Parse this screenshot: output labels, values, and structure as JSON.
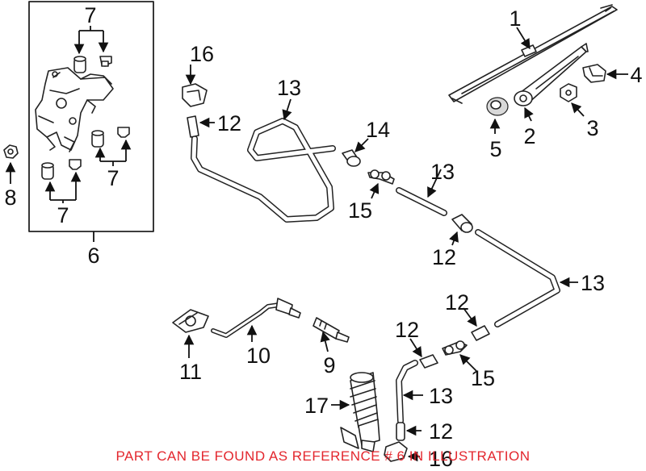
{
  "diagram": {
    "callouts": {
      "c1": "1",
      "c2": "2",
      "c3": "3",
      "c4": "4",
      "c5": "5",
      "c6": "6",
      "c7a": "7",
      "c7b": "7",
      "c7c": "7",
      "c8": "8",
      "c9": "9",
      "c10": "10",
      "c11": "11",
      "c12a": "12",
      "c12b": "12",
      "c12c": "12",
      "c12d": "12",
      "c12e": "12",
      "c13a": "13",
      "c13b": "13",
      "c13c": "13",
      "c13d": "13",
      "c14": "14",
      "c15a": "15",
      "c15b": "15",
      "c16a": "16",
      "c16b": "16",
      "c17": "17"
    },
    "notice": "PART CAN BE FOUND AS REFERENCE # 6 IN ILLUSTRATION",
    "colors": {
      "notice": "#e3262d",
      "line": "#222222"
    }
  }
}
